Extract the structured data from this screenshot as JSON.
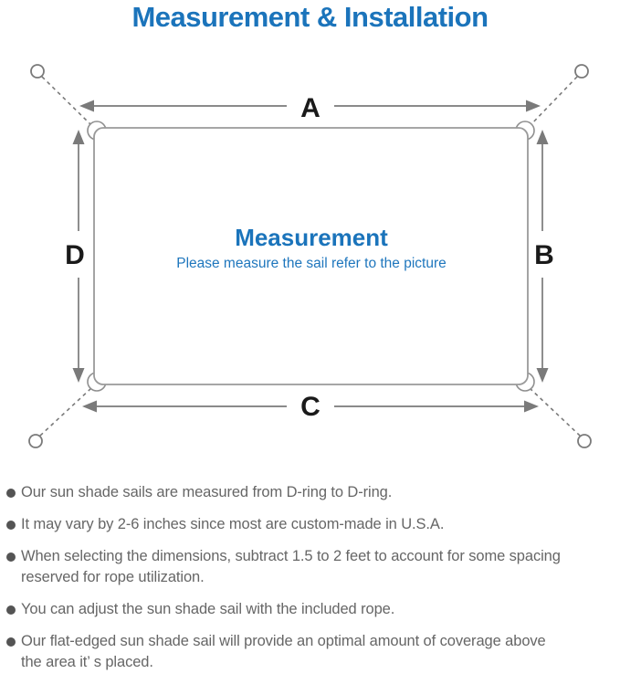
{
  "title": "Measurement & Installation",
  "diagram": {
    "center_heading": "Measurement",
    "center_subtitle": "Please measure the sail refer to the picture",
    "labels": {
      "top": "A",
      "right": "B",
      "bottom": "C",
      "left": "D"
    }
  },
  "notes": {
    "items": [
      {
        "text": "Our sun shade sails are measured from D-ring to D-ring."
      },
      {
        "text": "It may vary by 2-6 inches since most are custom-made in U.S.A."
      },
      {
        "text": "When selecting the dimensions, subtract 1.5 to 2 feet to account for some spacing\nreserved for rope utilization."
      },
      {
        "text": "You can adjust the sun shade sail with the included rope."
      },
      {
        "text": "Our flat-edged sun shade sail will provide an optimal amount of coverage above\nthe area it’ s placed."
      }
    ]
  },
  "colors": {
    "accent_blue": "#1b74bb",
    "subtitle_blue": "#1e76bd",
    "label_black": "#1a1a1a",
    "outline_gray": "#9a9a9a",
    "dimension_gray": "#7a7a7a",
    "note_text_gray": "#666666",
    "bullet_gray": "#545454"
  }
}
